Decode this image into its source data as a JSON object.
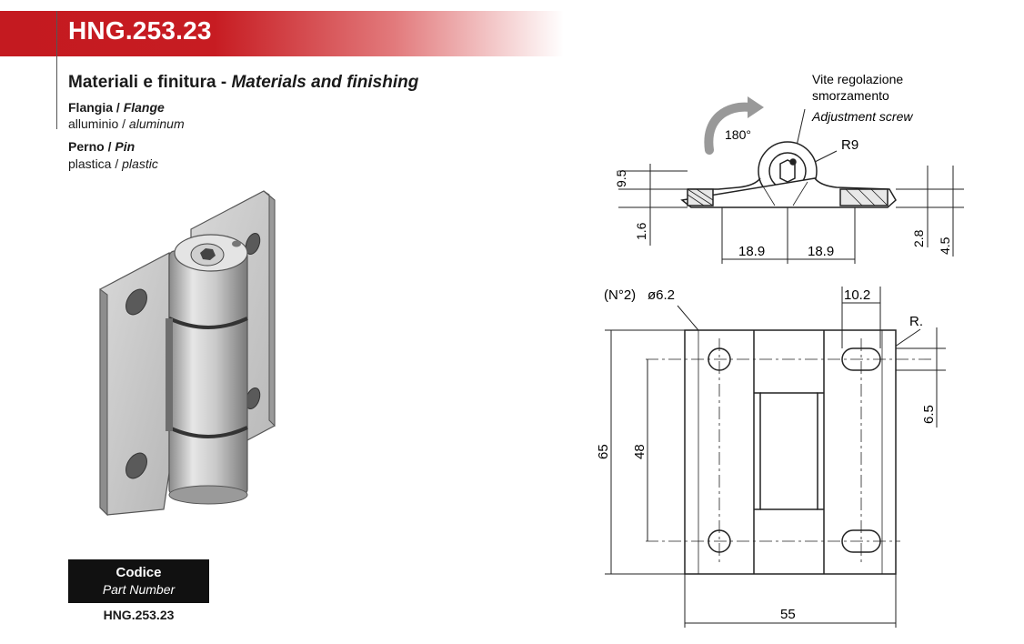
{
  "header": {
    "title": "HNG.253.23"
  },
  "materials": {
    "heading": "Materiali e finitura - ",
    "heading_en": "Materials and finishing",
    "flange_label": "Flangia / ",
    "flange_label_en": "Flange",
    "flange_value": "alluminio / ",
    "flange_value_en": "aluminum",
    "pin_label": "Perno / ",
    "pin_label_en": "Pin",
    "pin_value": "plastica / ",
    "pin_value_en": "plastic"
  },
  "code_box": {
    "label": "Codice",
    "label_en": "Part Number",
    "value": "HNG.253.23"
  },
  "drawing_top": {
    "screw_label_1": "Vite regolazione",
    "screw_label_2": "smorzamento",
    "screw_label_en": "Adjustment screw",
    "rotation": "180°",
    "radius": "R9",
    "dim_9_5": "9.5",
    "dim_1_6": "1.6",
    "dim_2_8": "2.8",
    "dim_4_5": "4.5",
    "dim_18_9_left": "18.9",
    "dim_18_9_right": "18.9"
  },
  "drawing_front": {
    "hole_note": "(N°2)",
    "hole_dia": "ø6.2",
    "dim_10_2": "10.2",
    "radius_r": "R.",
    "dim_6_5": "6.5",
    "dim_65": "65",
    "dim_48": "48",
    "dim_55": "55"
  }
}
